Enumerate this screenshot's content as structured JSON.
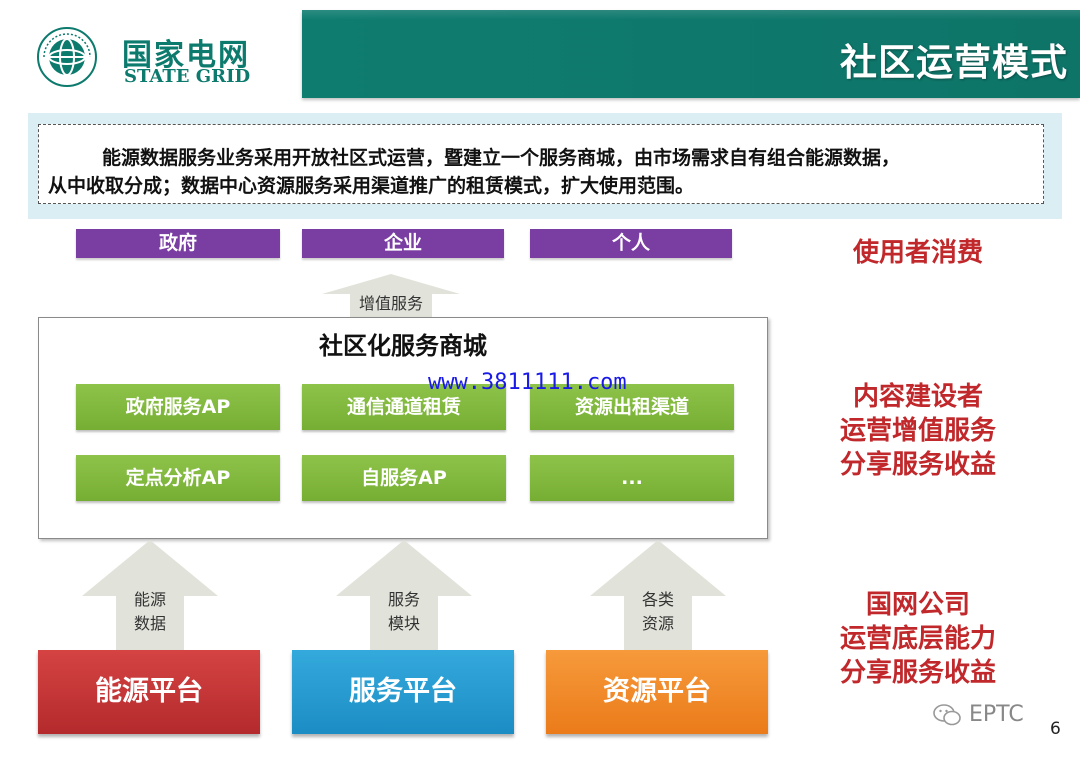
{
  "header": {
    "logo_cn": "国家电网",
    "logo_en": "STATE GRID",
    "title": "社区运营模式"
  },
  "intro": {
    "line1": "能源数据服务业务采用开放社区式运营，暨建立一个服务商城，由市场需求自有组合能源数据，",
    "line2": "从中收取分成；数据中心资源服务采用渠道推广的租赁模式，扩大使用范围。"
  },
  "consumers": [
    "政府",
    "企业",
    "个人"
  ],
  "value_added_label": "增值服务",
  "mall": {
    "title": "社区化服务商城",
    "apps": [
      "政府服务AP",
      "通信通道租赁",
      "资源出租渠道",
      "定点分析AP",
      "自服务AP",
      "..."
    ]
  },
  "watermark": "www.3811111.com",
  "arrows": [
    {
      "line1": "能源",
      "line2": "数据"
    },
    {
      "line1": "服务",
      "line2": "模块"
    },
    {
      "line1": "各类",
      "line2": "资源"
    }
  ],
  "platforms": [
    "能源平台",
    "服务平台",
    "资源平台"
  ],
  "roles": {
    "consumer": "使用者消费",
    "builder": [
      "内容建设者",
      "运营增值服务",
      "分享服务收益"
    ],
    "company": [
      "国网公司",
      "运营底层能力",
      "分享服务收益"
    ]
  },
  "footer": {
    "wechat": "EPTC",
    "page": "6"
  },
  "colors": {
    "title_bar": "#0f7c70",
    "consumer_bar": "#7a3ea3",
    "app_box": "#7fb83e",
    "role_text": "#c0282b",
    "energy_platform": "#c93739",
    "service_platform": "#2a9fd6",
    "resource_platform": "#f08a2a",
    "arrow_fill": "#e1e3da"
  }
}
